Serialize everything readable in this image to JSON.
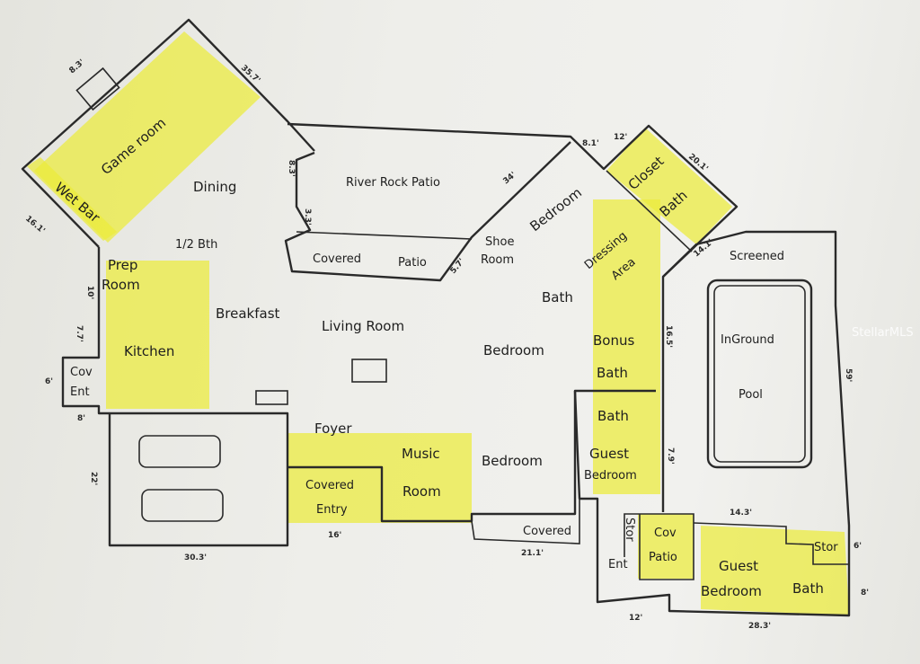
{
  "rooms": {
    "game_room": "Game room",
    "wet_bar": "Wet Bar",
    "dining": "Dining",
    "half_bath": "1/2 Bth",
    "prep_room_1": "Prep",
    "prep_room_2": "Room",
    "kitchen": "Kitchen",
    "breakfast": "Breakfast",
    "cov_ent_1": "Cov",
    "cov_ent_2": "Ent",
    "river_rock_patio": "River Rock Patio",
    "covered_patio_1": "Covered",
    "covered_patio_2": "Patio",
    "living_room": "Living Room",
    "shoe_room_1": "Shoe",
    "shoe_room_2": "Room",
    "bedroom_upper": "Bedroom",
    "closet": "Closet",
    "bath_closet": "Bath",
    "dressing_1": "Dressing",
    "dressing_2": "Area",
    "bath_center": "Bath",
    "bedroom_center": "Bedroom",
    "bonus": "Bonus",
    "bonus_bath": "Bath",
    "screened": "Screened",
    "inground_1": "InGround",
    "inground_2": "Pool",
    "foyer": "Foyer",
    "music_1": "Music",
    "music_2": "Room",
    "covered_entry_1": "Covered",
    "covered_entry_2": "Entry",
    "bedroom_lower": "Bedroom",
    "guest_bath": "Bath",
    "guest_1": "Guest",
    "guest_2": "Bedroom",
    "covered_walk": "Covered",
    "stor_left": "Stor",
    "cov_patio_1": "Cov",
    "cov_patio_2": "Patio",
    "ent": "Ent",
    "guest_bedroom_1": "Guest",
    "guest_bedroom_2": "Bedroom",
    "bath_right": "Bath",
    "stor_right": "Stor"
  },
  "dimensions": {
    "d_top_left": "8.3'",
    "d_top_diag": "35.7'",
    "d_left_diag": "16.1'",
    "d_prep": "10'",
    "d_kitchen": "7.7'",
    "d_cov_ent_side": "6'",
    "d_cov_ent_bottom": "8'",
    "d_garage_side": "22'",
    "d_garage_bottom": "30.3'",
    "d_patio_a": "8.3'",
    "d_patio_b": "3.3'",
    "d_patio_c": "5.7'",
    "d_bed_top": "34'",
    "d_closet_a": "8.1'",
    "d_closet_b": "12'",
    "d_closet_c": "20.1'",
    "d_dress": "14.1'",
    "d_pool_side": "59'",
    "d_bonus": "16.5'",
    "d_guest": "7.9'",
    "d_entry_bottom": "16'",
    "d_covered_walk": "21.1'",
    "d_pool_bottom": "14.3'",
    "d_stor": "6'",
    "d_guest_right": "8'",
    "d_guest_bottom": "28.3'",
    "d_ent_bottom": "12'"
  },
  "watermark": "StellarMLS",
  "colors": {
    "highlight": "#ecec3a",
    "ink": "#2a2a2a",
    "paper": "#efefeb"
  }
}
